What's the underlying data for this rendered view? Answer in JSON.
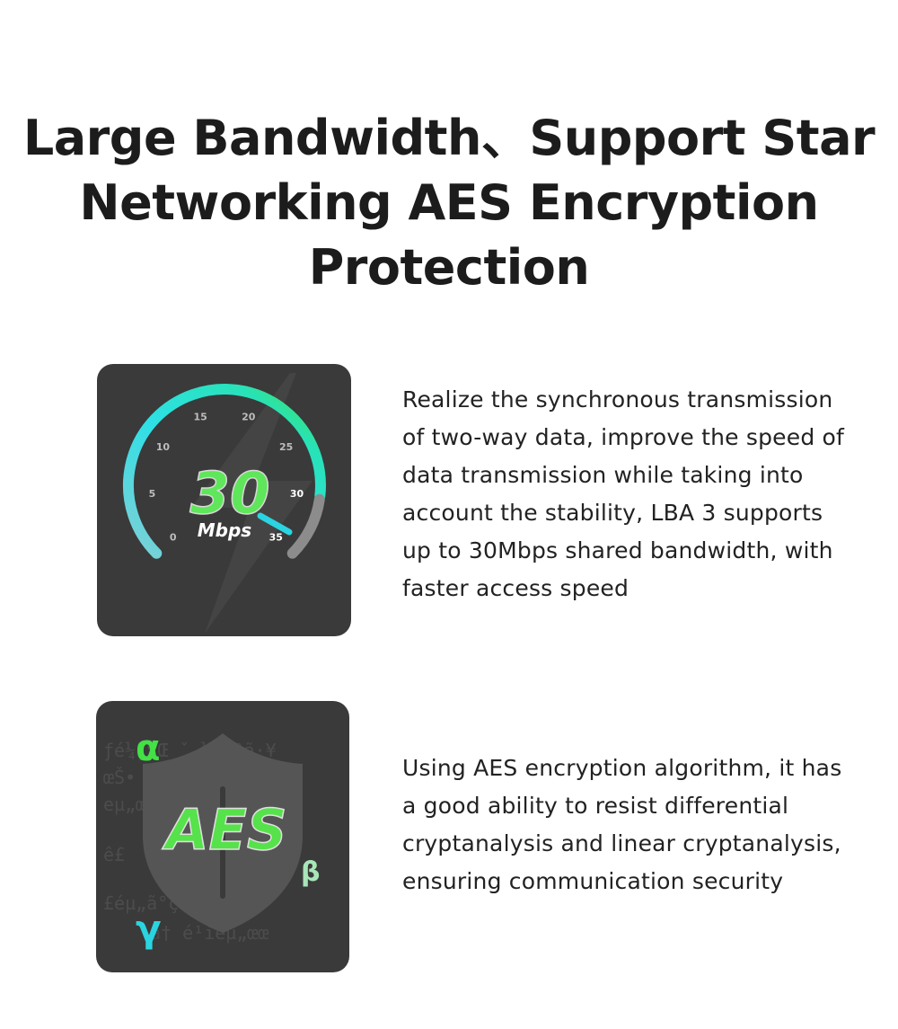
{
  "title_lines": [
    "Large Bandwidth、Support Star",
    "Networking AES Encryption",
    "Protection"
  ],
  "speed_card": {
    "value": "30",
    "unit": "Mbps",
    "gauge_min": 0,
    "gauge_max": 35,
    "gauge_value": 30,
    "tick_labels": [
      "0",
      "5",
      "10",
      "15",
      "20",
      "25",
      "30",
      "35"
    ],
    "description": "Realize the synchronous transmission of two-way data, improve the speed of data transmission while taking into account the stability, LBA 3 supports up to 30Mbps shared bandwidth, with faster access speed"
  },
  "aes_card": {
    "label": "AES",
    "greek": [
      "α",
      "β",
      "γ"
    ],
    "cipher_lines": [
      "ƒé¼¸ŠŒ ˇ ¼ô»°ã·¥",
      "œŠ•",
      "eµ„œ",
      "ê£",
      "£éµ„ã°ç",
      "ã† é¹ìeµ„œœ"
    ],
    "description": "Using AES encryption algorithm, it has a good ability to resist differential cryptanalysis and linear cryptanalysis, ensuring communication security"
  },
  "colors": {
    "tile_bg": "#3a3a3a",
    "accent_green": "#43e046",
    "accent_cyan": "#2ad4e0",
    "gauge_grey": "#8c8c8c"
  }
}
